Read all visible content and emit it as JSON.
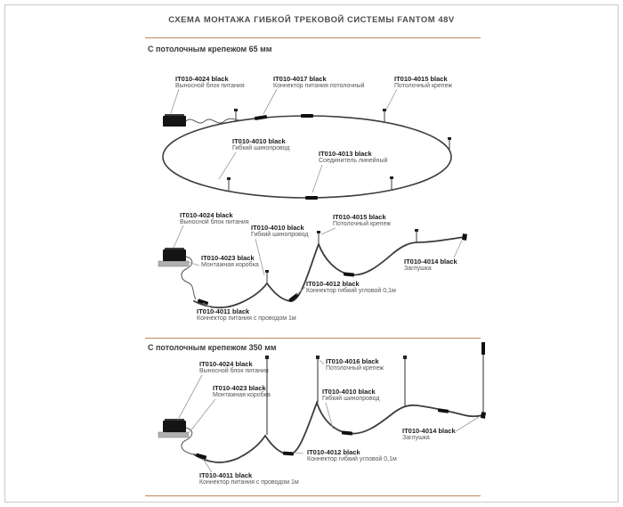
{
  "page": {
    "title": "СХЕМА МОНТАЖА ГИБКОЙ ТРЕКОВОЙ СИСТЕМЫ FANTOM 48V"
  },
  "colors": {
    "divider_accent": "#bb8a5f",
    "artwork": "#3d3d3d",
    "label_code": "#1a1a1a",
    "label_desc": "#555555"
  },
  "sections": [
    {
      "heading": "С потолочным крепежом 65 мм"
    },
    {
      "heading": "С потолочным крепежом 350 мм"
    }
  ],
  "diagrams": {
    "oval": {
      "labels": [
        {
          "code": "IT010-4024 black",
          "desc": "Выносной блок питания"
        },
        {
          "code": "IT010-4017 black",
          "desc": "Коннектор питания потолочный"
        },
        {
          "code": "IT010-4015 black",
          "desc": "Потолочный крепеж"
        },
        {
          "code": "IT010-4010 black",
          "desc": "Гибкий шинопровод"
        },
        {
          "code": "IT010-4013 black",
          "desc": "Соединитель линейный"
        }
      ]
    },
    "wave65": {
      "labels": [
        {
          "code": "IT010-4024 black",
          "desc": "Выносной блок питания"
        },
        {
          "code": "IT010-4010 black",
          "desc": "Гибкий шинопровод"
        },
        {
          "code": "IT010-4015 black",
          "desc": "Потолочный крепеж"
        },
        {
          "code": "IT010-4023 black",
          "desc": "Монтажная коробка"
        },
        {
          "code": "IT010-4014 black",
          "desc": "Заглушка"
        },
        {
          "code": "IT010-4012 black",
          "desc": "Коннектор гибкий угловой 0,1м"
        },
        {
          "code": "IT010-4011 black",
          "desc": "Коннектор питания с проводом 1м"
        }
      ]
    },
    "wave350": {
      "labels": [
        {
          "code": "IT010-4024 black",
          "desc": "Выносной блок питания"
        },
        {
          "code": "IT010-4016 black",
          "desc": "Потолочный крепеж"
        },
        {
          "code": "IT010-4023 black",
          "desc": "Монтажная коробка"
        },
        {
          "code": "IT010-4010 black",
          "desc": "Гибкий шинопровод"
        },
        {
          "code": "IT010-4014 black",
          "desc": "Заглушка"
        },
        {
          "code": "IT010-4012 black",
          "desc": "Коннектор гибкий угловой 0,1м"
        },
        {
          "code": "IT010-4011 black",
          "desc": "Коннектор питания с проводом 1м"
        }
      ]
    }
  }
}
